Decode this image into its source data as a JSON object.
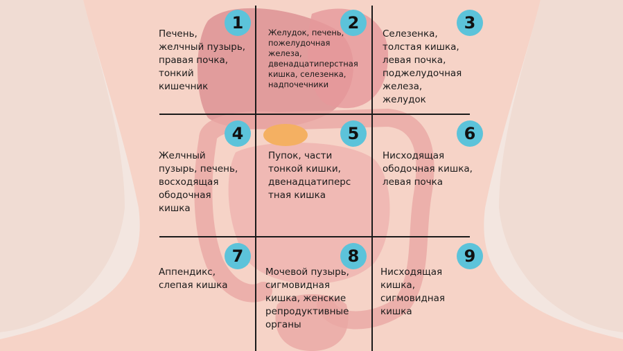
{
  "colors": {
    "badge": "#5cc3da",
    "background": "#f3e6e0",
    "body": "#f6d3c7",
    "organ": "#e8a2a2",
    "pancreas": "#f4b062",
    "lines": "#1a1a1a"
  },
  "regions": [
    {
      "number": "1",
      "text": "Печень,\nжелчный пузырь,\nправая почка,\nтонкий\nкишечник"
    },
    {
      "number": "2",
      "text": "Желудок, печень,\nпожелудочная\nжелеза,\nдвенадцатиперстная\nкишка, селезенка,\nнадпочечники"
    },
    {
      "number": "3",
      "text": "Селезенка,\nтолстая кишка,\nлевая почка,\nподжелудочная\nжелеза,\nжелудок"
    },
    {
      "number": "4",
      "text": "Желчный\nпузырь, печень,\nвосходящая\nободочная\nкишка"
    },
    {
      "number": "5",
      "text": "Пупок, части\nтонкой кишки,\nдвенадцатиперс\nтная кишка"
    },
    {
      "number": "6",
      "text": "Нисходящая\nободочная кишка,\nлевая почка"
    },
    {
      "number": "7",
      "text": "Аппендикс,\nслепая кишка"
    },
    {
      "number": "8",
      "text": "Мочевой пузырь,\nсигмовидная\nкишка, женские\nрепродуктивные\nорганы"
    },
    {
      "number": "9",
      "text": "Нисходящая\nкишка,\nсигмовидная\nкишка"
    }
  ]
}
